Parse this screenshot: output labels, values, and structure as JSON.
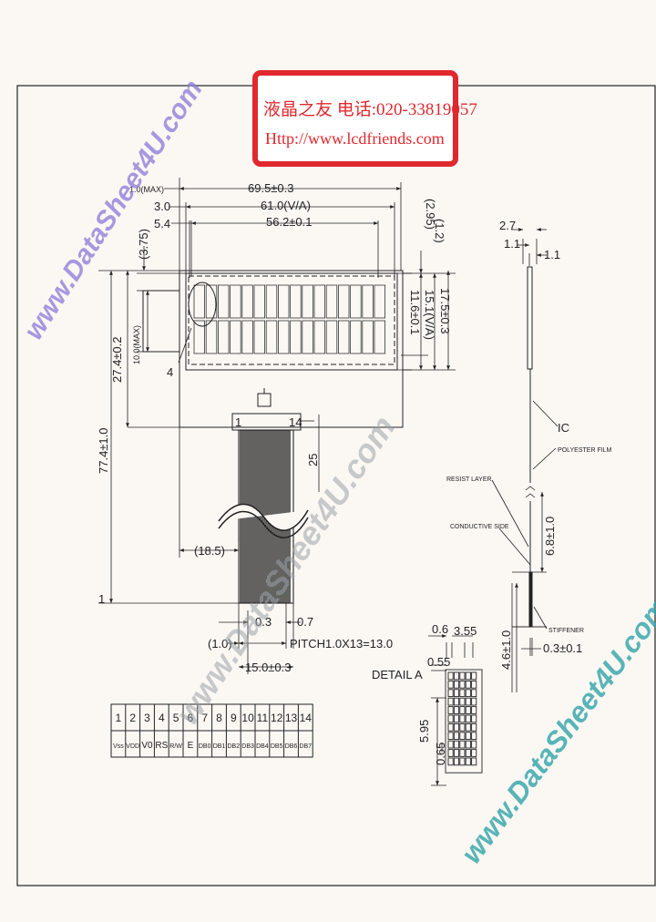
{
  "banner": {
    "line1": "液晶之友 电话:020-33819057",
    "line2": "Http://www.lcdfriends.com"
  },
  "watermarks": {
    "text": "www.DataSheet4U.com"
  },
  "dims": {
    "d_10max": "1.0(MAX)",
    "d_30": "3.0",
    "d_54": "5.4",
    "d_695": "69.5±0.3",
    "d_610": "61.0(V/A)",
    "d_562": "56.2±0.1",
    "d_375": "(3.75)",
    "d_295": "(2.95)",
    "d_12": "(1.2)",
    "d_100max": "10.0(MAX)",
    "d_274": "27.4±0.2",
    "d_774": "77.4±1.0",
    "d_116": "11.6±0.1",
    "d_151": "15.1(V/A)",
    "d_175": "17.5±0.3",
    "d_4": "4",
    "d_1": "1",
    "d_14": "14",
    "d_25": "25",
    "d_185": "(18.5)",
    "d_03": "0.3",
    "d_07": "0.7",
    "d_10": "(1.0)",
    "pitch": "PITCH1.0X13=13.0",
    "d_150": "15.0±0.3"
  },
  "side": {
    "d_27": "2.7",
    "d_11a": "1.1",
    "d_11b": "1.1",
    "ic": "IC",
    "polyester": "POLYESTER FILM",
    "resist": "RESIST LAYER",
    "conductive": "CONDUCTIVE SIDE",
    "stiffener": "STIFFENER",
    "d_68": "6.8±1.0",
    "d_46": "4.6±1.0",
    "d_03b": "0.3±0.1"
  },
  "detail": {
    "title": "DETAIL A",
    "d_06": "0.6",
    "d_355": "3.55",
    "d_055": "0.55",
    "d_595": "5.95",
    "d_065": "0.65"
  },
  "pin_table": {
    "numbers": [
      "1",
      "2",
      "3",
      "4",
      "5",
      "6",
      "7",
      "8",
      "9",
      "10",
      "11",
      "12",
      "13",
      "14"
    ],
    "signals": [
      "Vss",
      "VDD",
      "V0",
      "RS",
      "R/W",
      "E",
      "DB0",
      "DB1",
      "DB2",
      "DB3",
      "DB4",
      "DB5",
      "DB6",
      "DB7"
    ]
  }
}
